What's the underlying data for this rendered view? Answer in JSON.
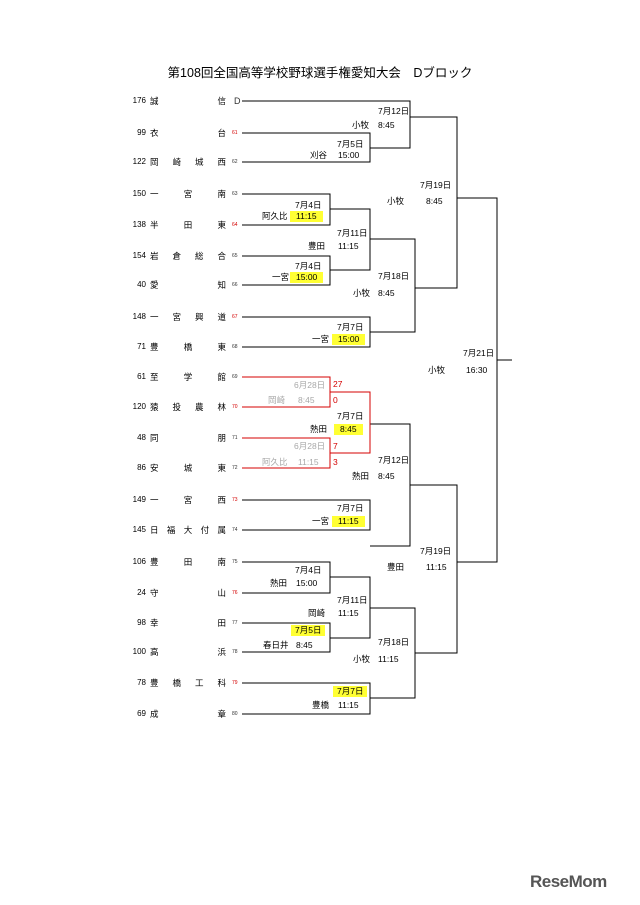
{
  "title": "第108回全国高等学校野球選手権愛知大会　Dブロック",
  "teams": [
    {
      "seed": "176",
      "name": "誠信",
      "code": "D",
      "code_red": false
    },
    {
      "seed": "99",
      "name": "衣台",
      "code": "61",
      "code_red": true
    },
    {
      "seed": "122",
      "name": "岡崎城西",
      "code": "62",
      "code_red": false
    },
    {
      "seed": "150",
      "name": "一宮南",
      "code": "63",
      "code_red": false
    },
    {
      "seed": "138",
      "name": "半田東",
      "code": "64",
      "code_red": true
    },
    {
      "seed": "154",
      "name": "岩倉総合",
      "code": "65",
      "code_red": false
    },
    {
      "seed": "40",
      "name": "愛知",
      "code": "66",
      "code_red": false
    },
    {
      "seed": "148",
      "name": "一宮興道",
      "code": "67",
      "code_red": true
    },
    {
      "seed": "71",
      "name": "豊橋東",
      "code": "68",
      "code_red": false
    },
    {
      "seed": "61",
      "name": "至学館",
      "code": "69",
      "code_red": false
    },
    {
      "seed": "120",
      "name": "猿投農林",
      "code": "70",
      "code_red": true
    },
    {
      "seed": "48",
      "name": "同朋",
      "code": "71",
      "code_red": false
    },
    {
      "seed": "86",
      "name": "安城東",
      "code": "72",
      "code_red": false
    },
    {
      "seed": "149",
      "name": "一宮西",
      "code": "73",
      "code_red": true
    },
    {
      "seed": "145",
      "name": "日福大付属",
      "code": "74",
      "code_red": false
    },
    {
      "seed": "106",
      "name": "豊田南",
      "code": "75",
      "code_red": false
    },
    {
      "seed": "24",
      "name": "守山",
      "code": "76",
      "code_red": true
    },
    {
      "seed": "98",
      "name": "幸田",
      "code": "77",
      "code_red": false
    },
    {
      "seed": "100",
      "name": "高浜",
      "code": "78",
      "code_red": false
    },
    {
      "seed": "78",
      "name": "豊橋工科",
      "code": "79",
      "code_red": true
    },
    {
      "seed": "69",
      "name": "成章",
      "code": "80",
      "code_red": false
    }
  ],
  "games": [
    {
      "date": "7月5日",
      "venue": "刈谷",
      "time": "15:00"
    },
    {
      "date": "7月12日",
      "venue": "小牧",
      "time": "8:45"
    },
    {
      "date": "7月4日",
      "venue": "阿久比",
      "time": "11:15"
    },
    {
      "date": "7月4日",
      "venue": "一宮",
      "time": "15:00"
    },
    {
      "date": "7月11日",
      "venue": "豊田",
      "time": "11:15"
    },
    {
      "date": "7月7日",
      "venue": "一宮",
      "time": "15:00"
    },
    {
      "date": "7月18日",
      "venue": "小牧",
      "time": "8:45"
    },
    {
      "date": "7月19日",
      "venue": "小牧",
      "time": "8:45"
    },
    {
      "date": "6月28日",
      "venue": "岡崎",
      "time": "8:45"
    },
    {
      "date": "6月28日",
      "venue": "阿久比",
      "time": "11:15"
    },
    {
      "date": "7月7日",
      "venue": "熱田",
      "time": "8:45"
    },
    {
      "date": "7月7日",
      "venue": "一宮",
      "time": "11:15"
    },
    {
      "date": "7月12日",
      "venue": "熱田",
      "time": "8:45"
    },
    {
      "date": "7月4日",
      "venue": "熱田",
      "time": "15:00"
    },
    {
      "date": "7月5日",
      "venue": "春日井",
      "time": "8:45"
    },
    {
      "date": "7月11日",
      "venue": "岡崎",
      "time": "11:15"
    },
    {
      "date": "7月7日",
      "venue": "豊橋",
      "time": "11:15"
    },
    {
      "date": "7月18日",
      "venue": "小牧",
      "time": "11:15"
    },
    {
      "date": "7月19日",
      "venue": "豊田",
      "time": "11:15"
    },
    {
      "date": "7月21日",
      "venue": "小牧",
      "time": "16:30"
    }
  ],
  "scores": [
    "27",
    "0",
    "7",
    "3"
  ],
  "logo": "ReseMom"
}
